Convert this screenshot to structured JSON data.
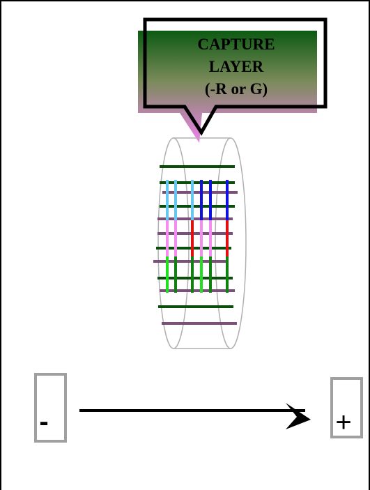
{
  "callout": {
    "line1": "CAPTURE",
    "line2": "LAYER",
    "line3": "(-R or G)"
  },
  "electrodes": {
    "negative_symbol": "-",
    "positive_symbol": "+"
  },
  "colors": {
    "frame": "#000000",
    "callout_gradient_top": "#0c5a12",
    "callout_gradient_bottom": "#ee82ee",
    "cylinder_outline": "#b0b0b0",
    "electrode_outline": "#a0a0a0",
    "dark_green_line": "#0b4e0b",
    "purple_line": "#7a4f7a",
    "light_blue": "#66c8f0",
    "blue": "#1010e0",
    "pink": "#f58cf0",
    "red": "#e01010",
    "bright_green": "#20e020",
    "green": "#108010"
  }
}
